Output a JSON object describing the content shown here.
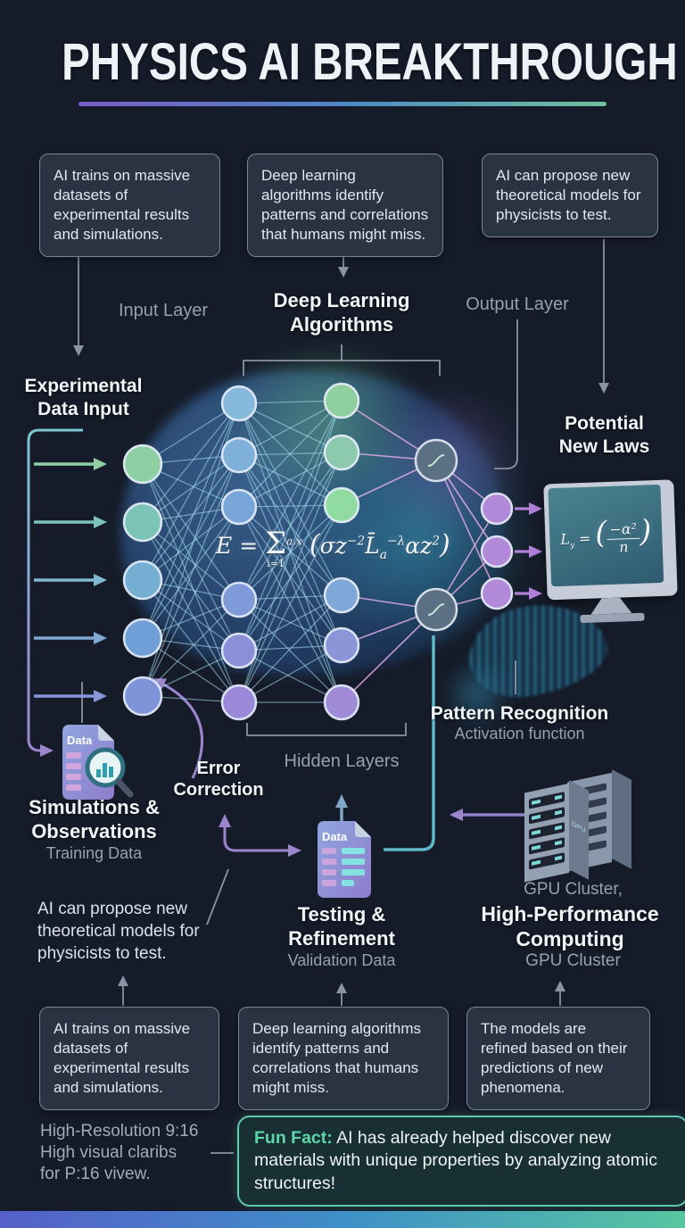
{
  "title": "PHYSICS AI BREAKTHROUGH",
  "top_boxes": [
    "AI trains on massive datasets of experimental results and simulations.",
    "Deep learning algorithms identify patterns and correlations that humans might miss.",
    "AI can propose new theoretical models for physicists to test."
  ],
  "labels": {
    "input_layer": "Input Layer",
    "deep_learning_1": "Deep Learning",
    "deep_learning_2": "Algorithms",
    "output_layer": "Output Layer",
    "experimental_1": "Experimental",
    "experimental_2": "Data Input",
    "potential_1": "Potential",
    "potential_2": "New Laws",
    "hidden_layers": "Hidden Layers",
    "error_1": "Error",
    "error_2": "Correction",
    "pattern_title": "Pattern Recognition",
    "pattern_sub": "Activation function"
  },
  "equation": {
    "lhs": "E =",
    "sigma": "Σ",
    "upper": "a.x",
    "lower": "i=1",
    "open": "(",
    "t1": "σz",
    "e1": "−2",
    "t2": "L̄",
    "t2sub": "a",
    "e2": "−λ",
    "t3": "αz",
    "e3": "2",
    "close": ")"
  },
  "monitor_equation": {
    "lhs": "L",
    "lhs_sub": "y",
    "eq": " = ",
    "open": "(",
    "num": "−α²",
    "den": "n",
    "close": ")"
  },
  "simulations": {
    "icon_label": "Data",
    "title_1": "Simulations &",
    "title_2": "Observations",
    "sub": "Training Data"
  },
  "testing": {
    "icon_label": "Data",
    "title_1": "Testing &",
    "title_2": "Refinement",
    "sub": "Validation Data"
  },
  "gpu": {
    "pre": "GPU Cluster,",
    "title_1": "High-Performance",
    "title_2": "Computing",
    "sub": "GPU Cluster",
    "chip_label": "GPU"
  },
  "mid_note": "AI can propose new theoretical models for physicists to test.",
  "bottom_boxes": [
    "AI trains on massive datasets of experimental results and simulations.",
    "Deep learning algorithms identify patterns and correlations that humans might miss.",
    "The models are refined based on their predictions of new phenomena."
  ],
  "footer_note": [
    "High-Resolution 9:16",
    "High visual claribs",
    "for P:16 vivew."
  ],
  "fun_fact": {
    "label": "Fun Fact:",
    "text": " AI has already helped discover new materials with unique properties by analyzing atomic structures!"
  },
  "network": {
    "input": [
      [
        160,
        520,
        "#8ecfa4"
      ],
      [
        160,
        585,
        "#7cc4b8"
      ],
      [
        160,
        650,
        "#74aed2"
      ],
      [
        160,
        715,
        "#6f9fd6"
      ],
      [
        160,
        780,
        "#7f93d8"
      ]
    ],
    "h1": [
      [
        268,
        452,
        "#86b9dc"
      ],
      [
        268,
        510,
        "#7fb0da"
      ],
      [
        268,
        568,
        "#79a6d8"
      ],
      [
        268,
        672,
        "#7f9ad8"
      ],
      [
        268,
        729,
        "#8b8fd8"
      ],
      [
        268,
        787,
        "#9a89d8"
      ]
    ],
    "h2": [
      [
        383,
        449,
        "#8fcf9f"
      ],
      [
        383,
        507,
        "#8cc9ae"
      ],
      [
        383,
        566,
        "#90dba0"
      ],
      [
        383,
        667,
        "#7fa8d8"
      ],
      [
        383,
        723,
        "#8b96d8"
      ],
      [
        383,
        787,
        "#9f8bd8"
      ]
    ],
    "act": [
      [
        489,
        516
      ],
      [
        489,
        683
      ]
    ],
    "out": [
      [
        557,
        570,
        "#b289d8"
      ],
      [
        557,
        618,
        "#b289d8"
      ],
      [
        557,
        665,
        "#b289d8"
      ]
    ]
  },
  "colors": {
    "background": "#151b28",
    "box_bg": "#2a3342",
    "box_border": "#7a8494",
    "accent_green": "#8ecfa4",
    "accent_teal": "#5fb8c8",
    "accent_purple": "#9b85cc",
    "accent_out_purple": "#b289d8",
    "funfact_border": "#5ec9ad",
    "funfact_label": "#5fd6a8",
    "edge_cyan": "#a5dced",
    "edge_pink": "#dcaae4"
  }
}
